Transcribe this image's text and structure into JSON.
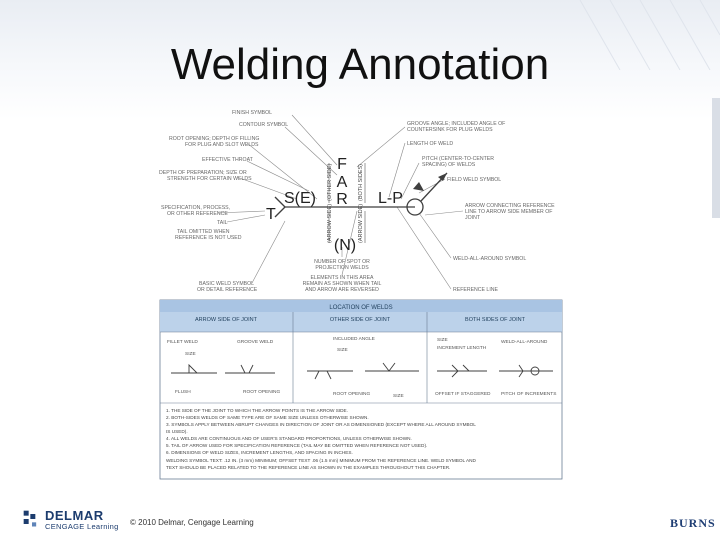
{
  "slide": {
    "title": "Welding Annotation"
  },
  "symbol_diagram": {
    "left_labels": [
      "FINISH SYMBOL",
      "CONTOUR SYMBOL",
      "ROOT OPENING; DEPTH OF FILLING",
      "FOR PLUG AND SLOT WELDS",
      "EFFECTIVE THROAT",
      "DEPTH OF PREPARATION; SIZE OR",
      "STRENGTH FOR CERTAIN WELDS",
      "SPECIFICATION, PROCESS,",
      "OR OTHER REFERENCE",
      "TAIL",
      "TAIL OMITTED WHEN",
      "REFERENCE IS NOT USED",
      "BASIC WELD SYMBOL",
      "OR DETAIL REFERENCE"
    ],
    "right_labels": [
      "GROOVE ANGLE; INCLUDED ANGLE OF",
      "COUNTERSINK FOR PLUG WELDS",
      "LENGTH OF WELD",
      "PITCH (CENTER-TO-CENTER",
      "SPACING) OF WELDS",
      "FIELD WELD SYMBOL",
      "ARROW CONNECTING REFERENCE",
      "LINE TO ARROW SIDE MEMBER OF",
      "JOINT",
      "WELD-ALL-AROUND SYMBOL",
      "REFERENCE LINE"
    ],
    "center_labels": [
      "NUMBER OF SPOT OR",
      "PROJECTION WELDS",
      "ELEMENTS IN THIS AREA",
      "REMAIN AS SHOWN WHEN TAIL",
      "AND ARROW ARE REVERSED"
    ],
    "symbol_letters": {
      "f": "F",
      "a": "A",
      "r": "R",
      "s_e": "S(E)",
      "l_p": "L-P",
      "t": "T",
      "n": "(N)"
    },
    "side_tags": [
      "(OTHER SIDE)",
      "(BOTH SIDES)",
      "(ARROW SIDE)",
      "(ARROW SIDE)"
    ]
  },
  "location_table": {
    "title": "LOCATION OF WELDS",
    "headers": [
      "ARROW SIDE OF JOINT",
      "OTHER SIDE OF JOINT",
      "BOTH SIDES OF JOINT"
    ],
    "col1_labels": [
      "FILLET WELD",
      "SIZE",
      "FLUSH"
    ],
    "col2_labels": [
      "GROOVE WELD",
      "ROOT OPENING"
    ],
    "col3_labels": [
      "INCLUDED ANGLE",
      "SIZE",
      "ROOT OPENING",
      "SIZE"
    ],
    "col4_labels": [
      "SIZE",
      "INCREMENT LENGTH",
      "OFFSET IF STAGGERED"
    ],
    "col5_labels": [
      "WELD-ALL-AROUND",
      "PITCH OF INCREMENTS"
    ],
    "notes": [
      "1. THE SIDE OF THE JOINT TO WHICH THE ARROW POINTS IS THE ARROW SIDE.",
      "2. BOTH-SIDES WELDS OF SAME TYPE ARE OF SAME SIZE UNLESS OTHERWISE SHOWN.",
      "3. SYMBOLS APPLY BETWEEN ABRUPT CHANGES IN DIRECTION OF JOINT OR AS DIMENSIONED (EXCEPT WHERE ALL AROUND SYMBOL",
      "   IS USED).",
      "4. ALL WELDS ARE CONTINUOUS AND OF USER'S STANDARD PROPORTIONS, UNLESS OTHERWISE SHOWN.",
      "5. TAIL OF ARROW USED FOR SPECIFICATION REFERENCE (TAIL MAY BE OMITTED WHEN REFERENCE NOT USED).",
      "6. DIMENSIONS OF WELD SIZES, INCREMENT LENGTHS, AND SPACING IN INCHES.",
      "WELDING SYMBOL TEXT: .12 IN. (3 mm) MINIMUM; OFFSET TEXT .06 (1.5 mm) MINIMUM FROM THE REFERENCE LINE. WELD SYMBOL AND",
      "TEXT SHOULD BE PLACED RELATED TO THE REFERENCE LINE AS SHOWN IN THE EXAMPLES THROUGHOUT THIS CHAPTER."
    ]
  },
  "footer": {
    "brand": "DELMAR",
    "brand_sub": "CENGAGE Learning",
    "copyright": "© 2010 Delmar, Cengage Learning",
    "author": "BURNS"
  },
  "colors": {
    "table_header": "#bcd2ea",
    "table_title": "#a9c4e3",
    "brand_blue": "#1c3c6e",
    "diagram_line": "#4a4a4a"
  }
}
